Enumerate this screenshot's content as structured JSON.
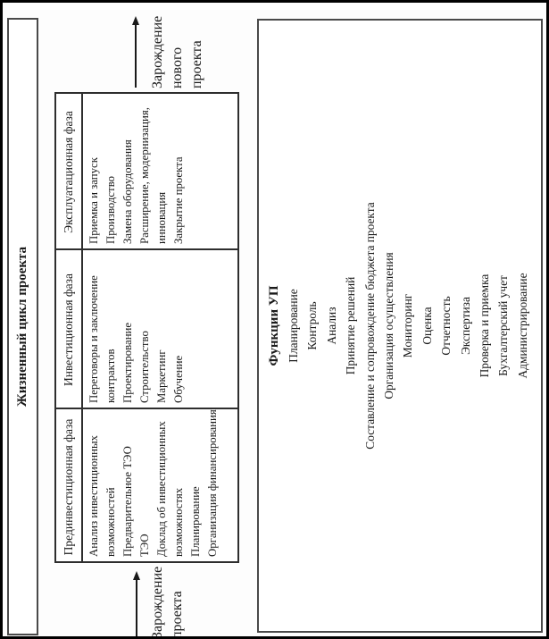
{
  "title": "Жизненный цикл проекта",
  "top_arrow_label": {
    "lines": [
      "Зарождение",
      "нового",
      "проекта"
    ]
  },
  "bottom_arrow_label": {
    "lines": [
      "Зарождение",
      "проекта"
    ]
  },
  "table": {
    "sections": [
      {
        "header": "Эксплуатационная фаза",
        "lines": [
          "Приемка и запуск",
          "Производство",
          "Замена оборудования",
          "Расширение, модернизация,",
          "инновация",
          "Закрытие проекта"
        ]
      },
      {
        "header": "Инвестиционная фаза",
        "lines": [
          "Переговоры и заключение",
          "контрактов",
          "Проектирование",
          "Строительство",
          "Маркетинг",
          "Обучение"
        ]
      },
      {
        "header": "Прединвестиционная фаза",
        "lines": [
          "Анализ инвестиционных",
          "возможностей",
          "Предварительное ТЭО",
          "ТЭО",
          "Доклад об инвестиционных",
          "возможностях",
          "Планирование",
          "Организация финансирования"
        ]
      }
    ]
  },
  "functions": {
    "title": "Функции УП",
    "items": [
      "Планирование",
      "Контроль",
      "Анализ",
      "Принятие решений",
      "Составление и сопровождение бюджета проекта",
      "Организация осуществления",
      "Мониторинг",
      "Оценка",
      "Отчетность",
      "Экспертиза",
      "Проверка и приемка",
      "Бухгалтерский учет",
      "Администрирование"
    ]
  },
  "colors": {
    "ink": "#1a1a1a",
    "box_border": "#4a4a4a",
    "table_border": "#2e2e2e",
    "frame": "#000000",
    "background": "#ffffff"
  }
}
